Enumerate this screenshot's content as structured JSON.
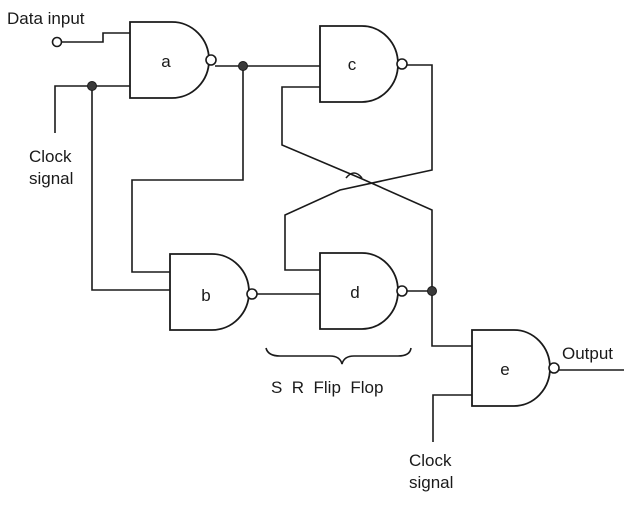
{
  "labels": {
    "data_input": "Data input",
    "clock_left_1": "Clock",
    "clock_left_2": "signal",
    "clock_bottom_1": "Clock",
    "clock_bottom_2": "signal",
    "output": "Output",
    "sr_flip_flop": "S  R  Flip  Flop"
  },
  "gates": {
    "a": "a",
    "b": "b",
    "c": "c",
    "d": "d",
    "e": "e"
  }
}
